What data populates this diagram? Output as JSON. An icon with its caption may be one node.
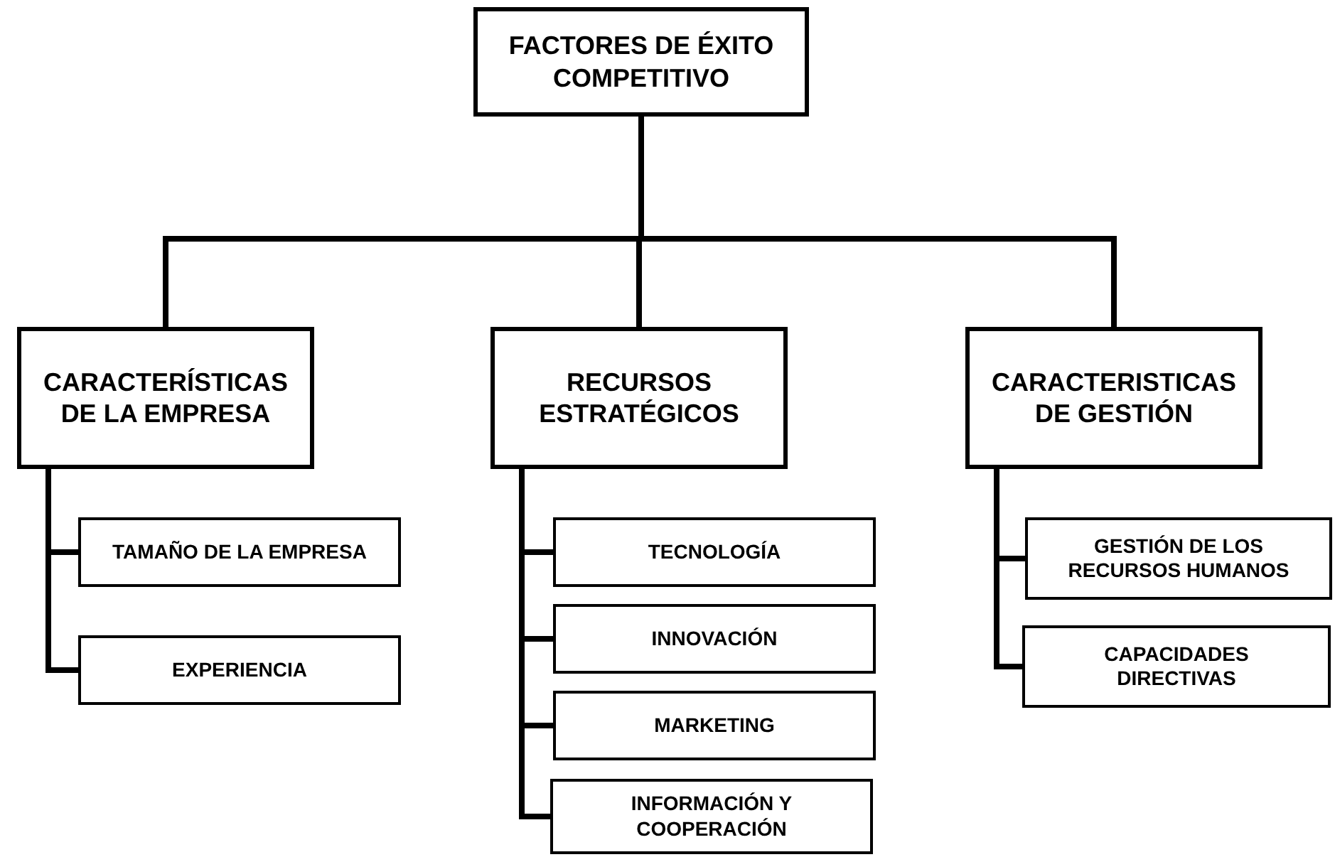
{
  "diagram": {
    "nodes": [
      {
        "text": [
          "FACTORES DE ÉXITO COMPETITIVO"
        ]
      },
      {
        "text": [
          "CARACTERÍSTICAS DE LA EMPRESA"
        ]
      },
      {
        "text": [
          "RECURSOS ESTRATÉGICOS"
        ]
      },
      {
        "text": [
          "CARACTERISTICAS DE GESTIÓN"
        ]
      },
      {
        "text": [
          "TAMAÑO DE LA EMPRESA"
        ]
      },
      {
        "text": [
          "EXPERIENCIA"
        ]
      },
      {
        "text": [
          "TECNOLOGÍA"
        ]
      },
      {
        "text": [
          "INNOVACIÓN"
        ]
      },
      {
        "text": [
          "MARKETING"
        ]
      },
      {
        "text": [
          "INFORMACIÓN Y COOPERACIÓN"
        ]
      },
      {
        "text": [
          "GESTIÓN DE LOS RECURSOS HUMANOS"
        ]
      },
      {
        "text": [
          "CAPACIDADES DIRECTIVAS"
        ]
      }
    ],
    "edges": [
      {
        "from": 0,
        "to": 1,
        "arrow": "none"
      },
      {
        "from": 0,
        "to": 2,
        "arrow": "none"
      },
      {
        "from": 0,
        "to": 3,
        "arrow": "none"
      },
      {
        "from": 1,
        "to": 4,
        "arrow": "none"
      },
      {
        "from": 1,
        "to": 5,
        "arrow": "none"
      },
      {
        "from": 2,
        "to": 6,
        "arrow": "none"
      },
      {
        "from": 2,
        "to": 7,
        "arrow": "none"
      },
      {
        "from": 2,
        "to": 8,
        "arrow": "none"
      },
      {
        "from": 2,
        "to": 9,
        "arrow": "none"
      },
      {
        "from": 3,
        "to": 10,
        "arrow": "none"
      },
      {
        "from": 3,
        "to": 11,
        "arrow": "none"
      }
    ]
  }
}
